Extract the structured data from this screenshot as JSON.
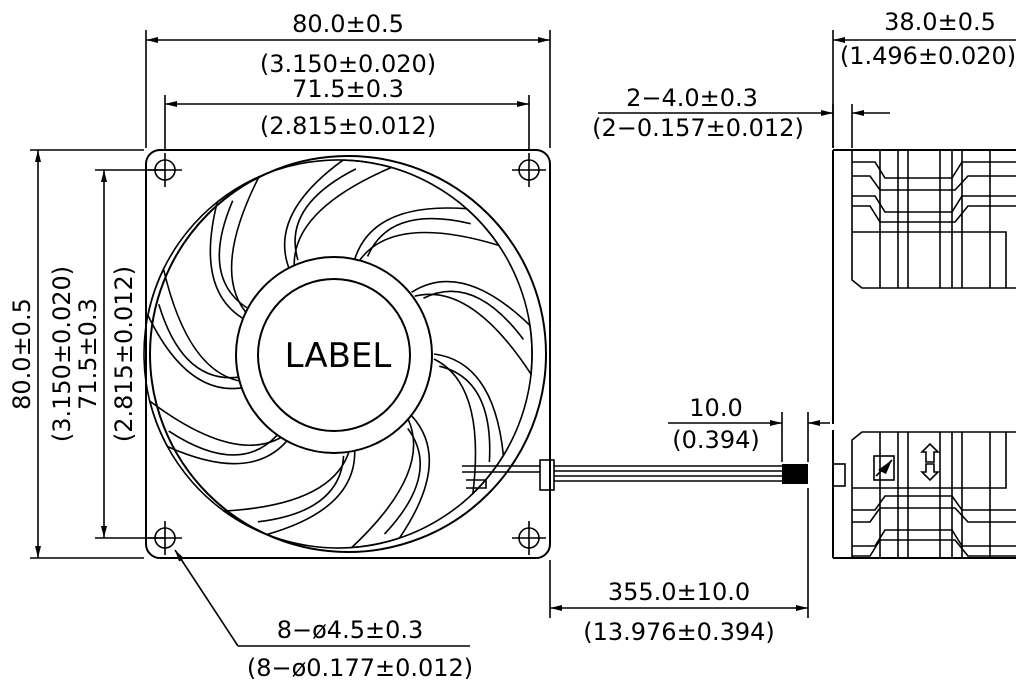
{
  "drawing": {
    "label_text": "LABEL",
    "dims": {
      "overall_width_mm": "80.0±0.5",
      "overall_width_in": "(3.150±0.020)",
      "hole_spacing_mm": "71.5±0.3",
      "hole_spacing_in": "(2.815±0.012)",
      "depth_mm": "38.0±0.5",
      "depth_in": "(1.496±0.020)",
      "flange_mm": "2−4.0±0.3",
      "flange_in": "(2−0.157±0.012)",
      "strip_mm": "10.0",
      "strip_in": "(0.394)",
      "lead_mm": "355.0±10.0",
      "lead_in": "(13.976±0.394)",
      "hole_dia_mm": "8−ø4.5±0.3",
      "hole_dia_in": "(8−ø0.177±0.012)"
    }
  }
}
